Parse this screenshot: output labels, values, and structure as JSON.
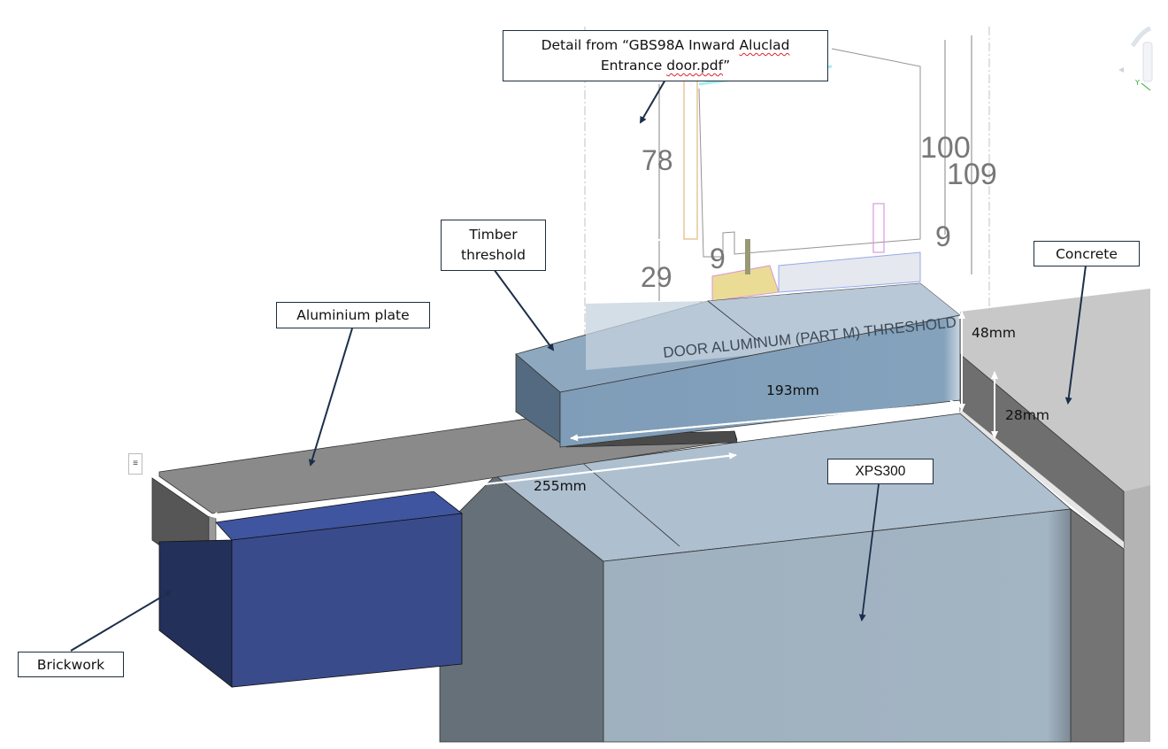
{
  "diagram": {
    "title_callout": {
      "line1_prefix": "Detail from “GBS98A Inward ",
      "line1_flagged": "Aluclad",
      "line2_prefix": "Entrance ",
      "line2_flagged": "door.pdf",
      "line2_suffix": "”"
    },
    "callouts": {
      "timber_threshold": [
        "Timber",
        "threshold"
      ],
      "aluminium_plate": "Aluminium plate",
      "concrete": "Concrete",
      "xps": "XPS300",
      "brickwork": "Brickwork"
    },
    "dimensions": {
      "threshold_height": "48mm",
      "step_height": "28mm",
      "threshold_depth": "193mm",
      "plate_length": "255mm"
    },
    "drawing_overlay": {
      "dims": [
        "78",
        "29",
        "9",
        "100",
        "109",
        "9"
      ],
      "caption": "DOOR ALUMINUM (PART M) THRESHOLD"
    },
    "nav_cube": {
      "axis_label": "Y"
    },
    "colors": {
      "brick_front": "#3a4b8c",
      "brick_side": "#26305a",
      "xps_top": "#aebfcf",
      "xps_front": "#9eb0bf",
      "xps_side": "#66727c",
      "timber_top": "#8ea8c0",
      "timber_front": "#7f9db8",
      "plate_top": "#8a8a8a",
      "plate_front": "#565656",
      "concrete": "#c8c8c8",
      "leader": "#1c2f4a"
    }
  }
}
